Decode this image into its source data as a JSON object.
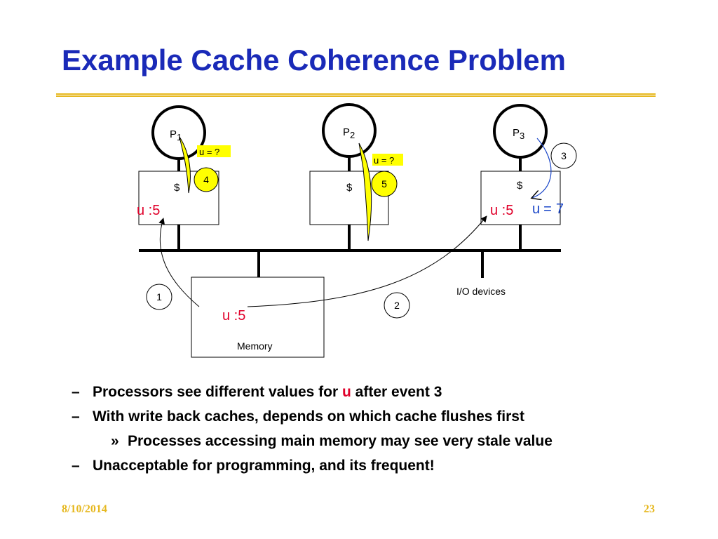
{
  "slide": {
    "title": "Example Cache Coherence Problem",
    "footer_date": "8/10/2014",
    "page_number": "23"
  },
  "diagram": {
    "processors": [
      {
        "label": "P",
        "subscript": "1"
      },
      {
        "label": "P",
        "subscript": "2"
      },
      {
        "label": "P",
        "subscript": "3"
      }
    ],
    "cache_label": "$",
    "cache_values": [
      "u :5",
      "u :5"
    ],
    "memory": {
      "label": "Memory",
      "value": "u :5"
    },
    "io_label": "I/O devices",
    "write_value": {
      "var": "u",
      "op": "=",
      "val": "7"
    },
    "queries": [
      "u = ?",
      "u = ?"
    ],
    "events": [
      "1",
      "2",
      "3",
      "4",
      "5"
    ],
    "colors": {
      "red": "#e0002a",
      "blue": "#1a46c8",
      "yellow": "#ffff00"
    }
  },
  "bullets": {
    "b1_pre": "Processors see different values for",
    "b1_var": "u",
    "b1_post": "after event 3",
    "b2": "With write back caches, depends on which cache flushes first",
    "b3": "Processes accessing main memory may see very stale value",
    "b4": "Unacceptable for programming, and its frequent!",
    "dash": "–",
    "sub_marker": "»"
  }
}
